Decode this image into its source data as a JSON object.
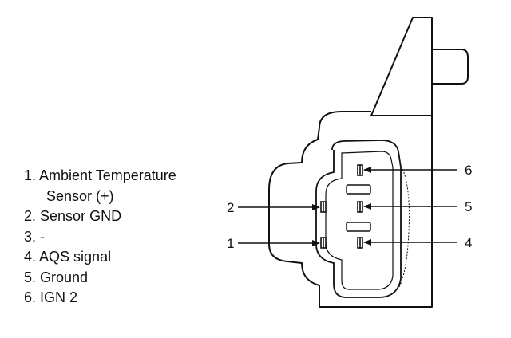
{
  "pins": [
    {
      "number": "1",
      "label": "Ambient Temperature",
      "label_cont": "Sensor (+)"
    },
    {
      "number": "2",
      "label": "Sensor GND"
    },
    {
      "number": "3",
      "label": "-"
    },
    {
      "number": "4",
      "label": "AQS signal"
    },
    {
      "number": "5",
      "label": "Ground"
    },
    {
      "number": "6",
      "label": "IGN 2"
    }
  ],
  "callouts": {
    "left_top": "2",
    "left_bottom": "1",
    "right_top": "6",
    "right_middle": "5",
    "right_bottom": "4"
  }
}
